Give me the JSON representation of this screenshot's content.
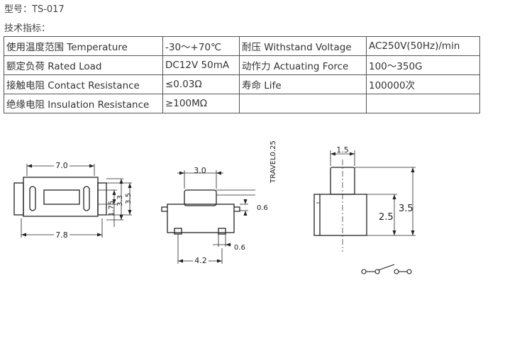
{
  "header": {
    "model_line": "型号：TS-017",
    "specs_title": "技术指标："
  },
  "spec_table": [
    [
      "使用温度范围 Temperature",
      "-30～+70℃",
      "耐压 Withstand Voltage",
      "AC250V(50Hz)/min"
    ],
    [
      "额定负荷 Rated Load",
      "DC12V 50mA",
      "动作力 Actuating Force",
      "100～350G"
    ],
    [
      "接触电阻 Contact Resistance",
      "≤0.03Ω",
      "寿命 Life",
      "100000次"
    ],
    [
      "绝缘电阻 Insulation Resistance",
      "≥100MΩ",
      "",
      ""
    ]
  ],
  "drawing": {
    "top_view": {
      "width_top": "7.0",
      "width_bottom": "7.8",
      "h_inner": "1.75",
      "h_mid": "3.3",
      "h_outer": "3.5"
    },
    "front_view": {
      "button_width": "3.0",
      "travel": "TRAVEL0.25",
      "terminal_h": "0.6",
      "pin_w": "0.6",
      "pitch": "4.2"
    },
    "side_view": {
      "button_width": "1.5",
      "body_h": "2.5",
      "total_h": "3.5"
    }
  }
}
